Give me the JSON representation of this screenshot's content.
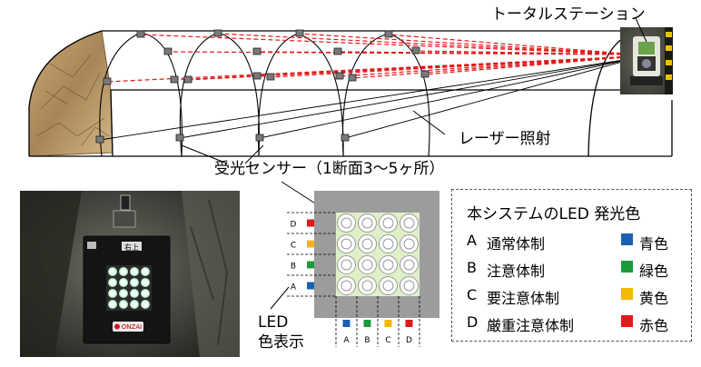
{
  "labels": {
    "total_station": "トータルステーション",
    "laser_irradiation": "レーザー照射",
    "sensor": "受光センサー（1断面3〜5ヶ所）",
    "led_display_line1": "LED",
    "led_display_line2": "色表示"
  },
  "device": {
    "tag": "右上",
    "brand": "ONZAI"
  },
  "led_panel": {
    "rows": [
      "D",
      "C",
      "B",
      "A"
    ],
    "columns": [
      "A",
      "B",
      "C",
      "D"
    ],
    "colors": {
      "A": "#1a5fb4",
      "B": "#1c9a3a",
      "C": "#f5b800",
      "D": "#e01a1a"
    }
  },
  "legend": {
    "title": "本システムのLED 発光色",
    "items": [
      {
        "letter": "A",
        "status": "通常体制",
        "color_name": "青色",
        "color": "#1a5fb4"
      },
      {
        "letter": "B",
        "status": "注意体制",
        "color_name": "緑色",
        "color": "#1c9a3a"
      },
      {
        "letter": "C",
        "status": "要注意体制",
        "color_name": "黄色",
        "color": "#f5b800"
      },
      {
        "letter": "D",
        "status": "厳重注意体制",
        "color_name": "赤色",
        "color": "#e01a1a"
      }
    ]
  }
}
